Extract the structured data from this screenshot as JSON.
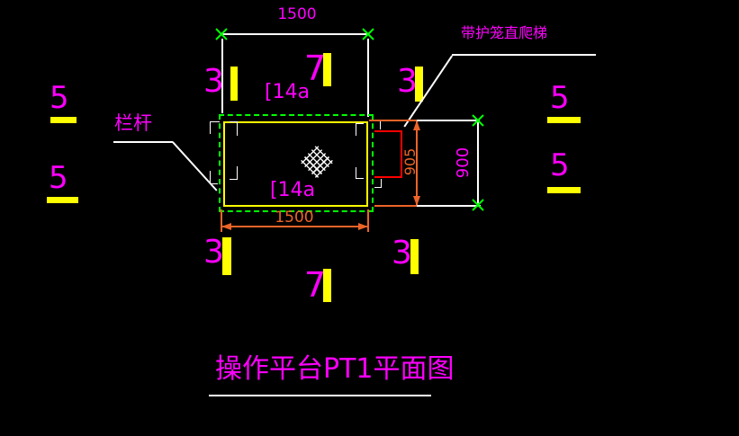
{
  "title": {
    "text": "操作平台PT1平面图"
  },
  "labels": {
    "railing": "栏杆",
    "ladder": "带护笼直爬梯",
    "channel_top": "[14a",
    "channel_bottom": "[14a"
  },
  "dims": {
    "top_width": "1500",
    "bottom_width": "1500",
    "ladder_span": "905",
    "platform_depth": "900"
  },
  "sections": {
    "top_left": "3",
    "top_center": "7",
    "top_right": "3",
    "bottom_left": "3",
    "bottom_center": "7",
    "bottom_right": "3",
    "left_upper": "5",
    "left_lower": "5",
    "right_upper": "5",
    "right_lower": "5"
  },
  "colors": {
    "background": "#000000",
    "annotation_magenta": "#ff00ff",
    "railing_green": "#00ff00",
    "frame_yellow": "#ffff00",
    "ladder_red": "#ff0000",
    "dimension_orange": "#ed6428",
    "line_white": "#ffffff"
  }
}
